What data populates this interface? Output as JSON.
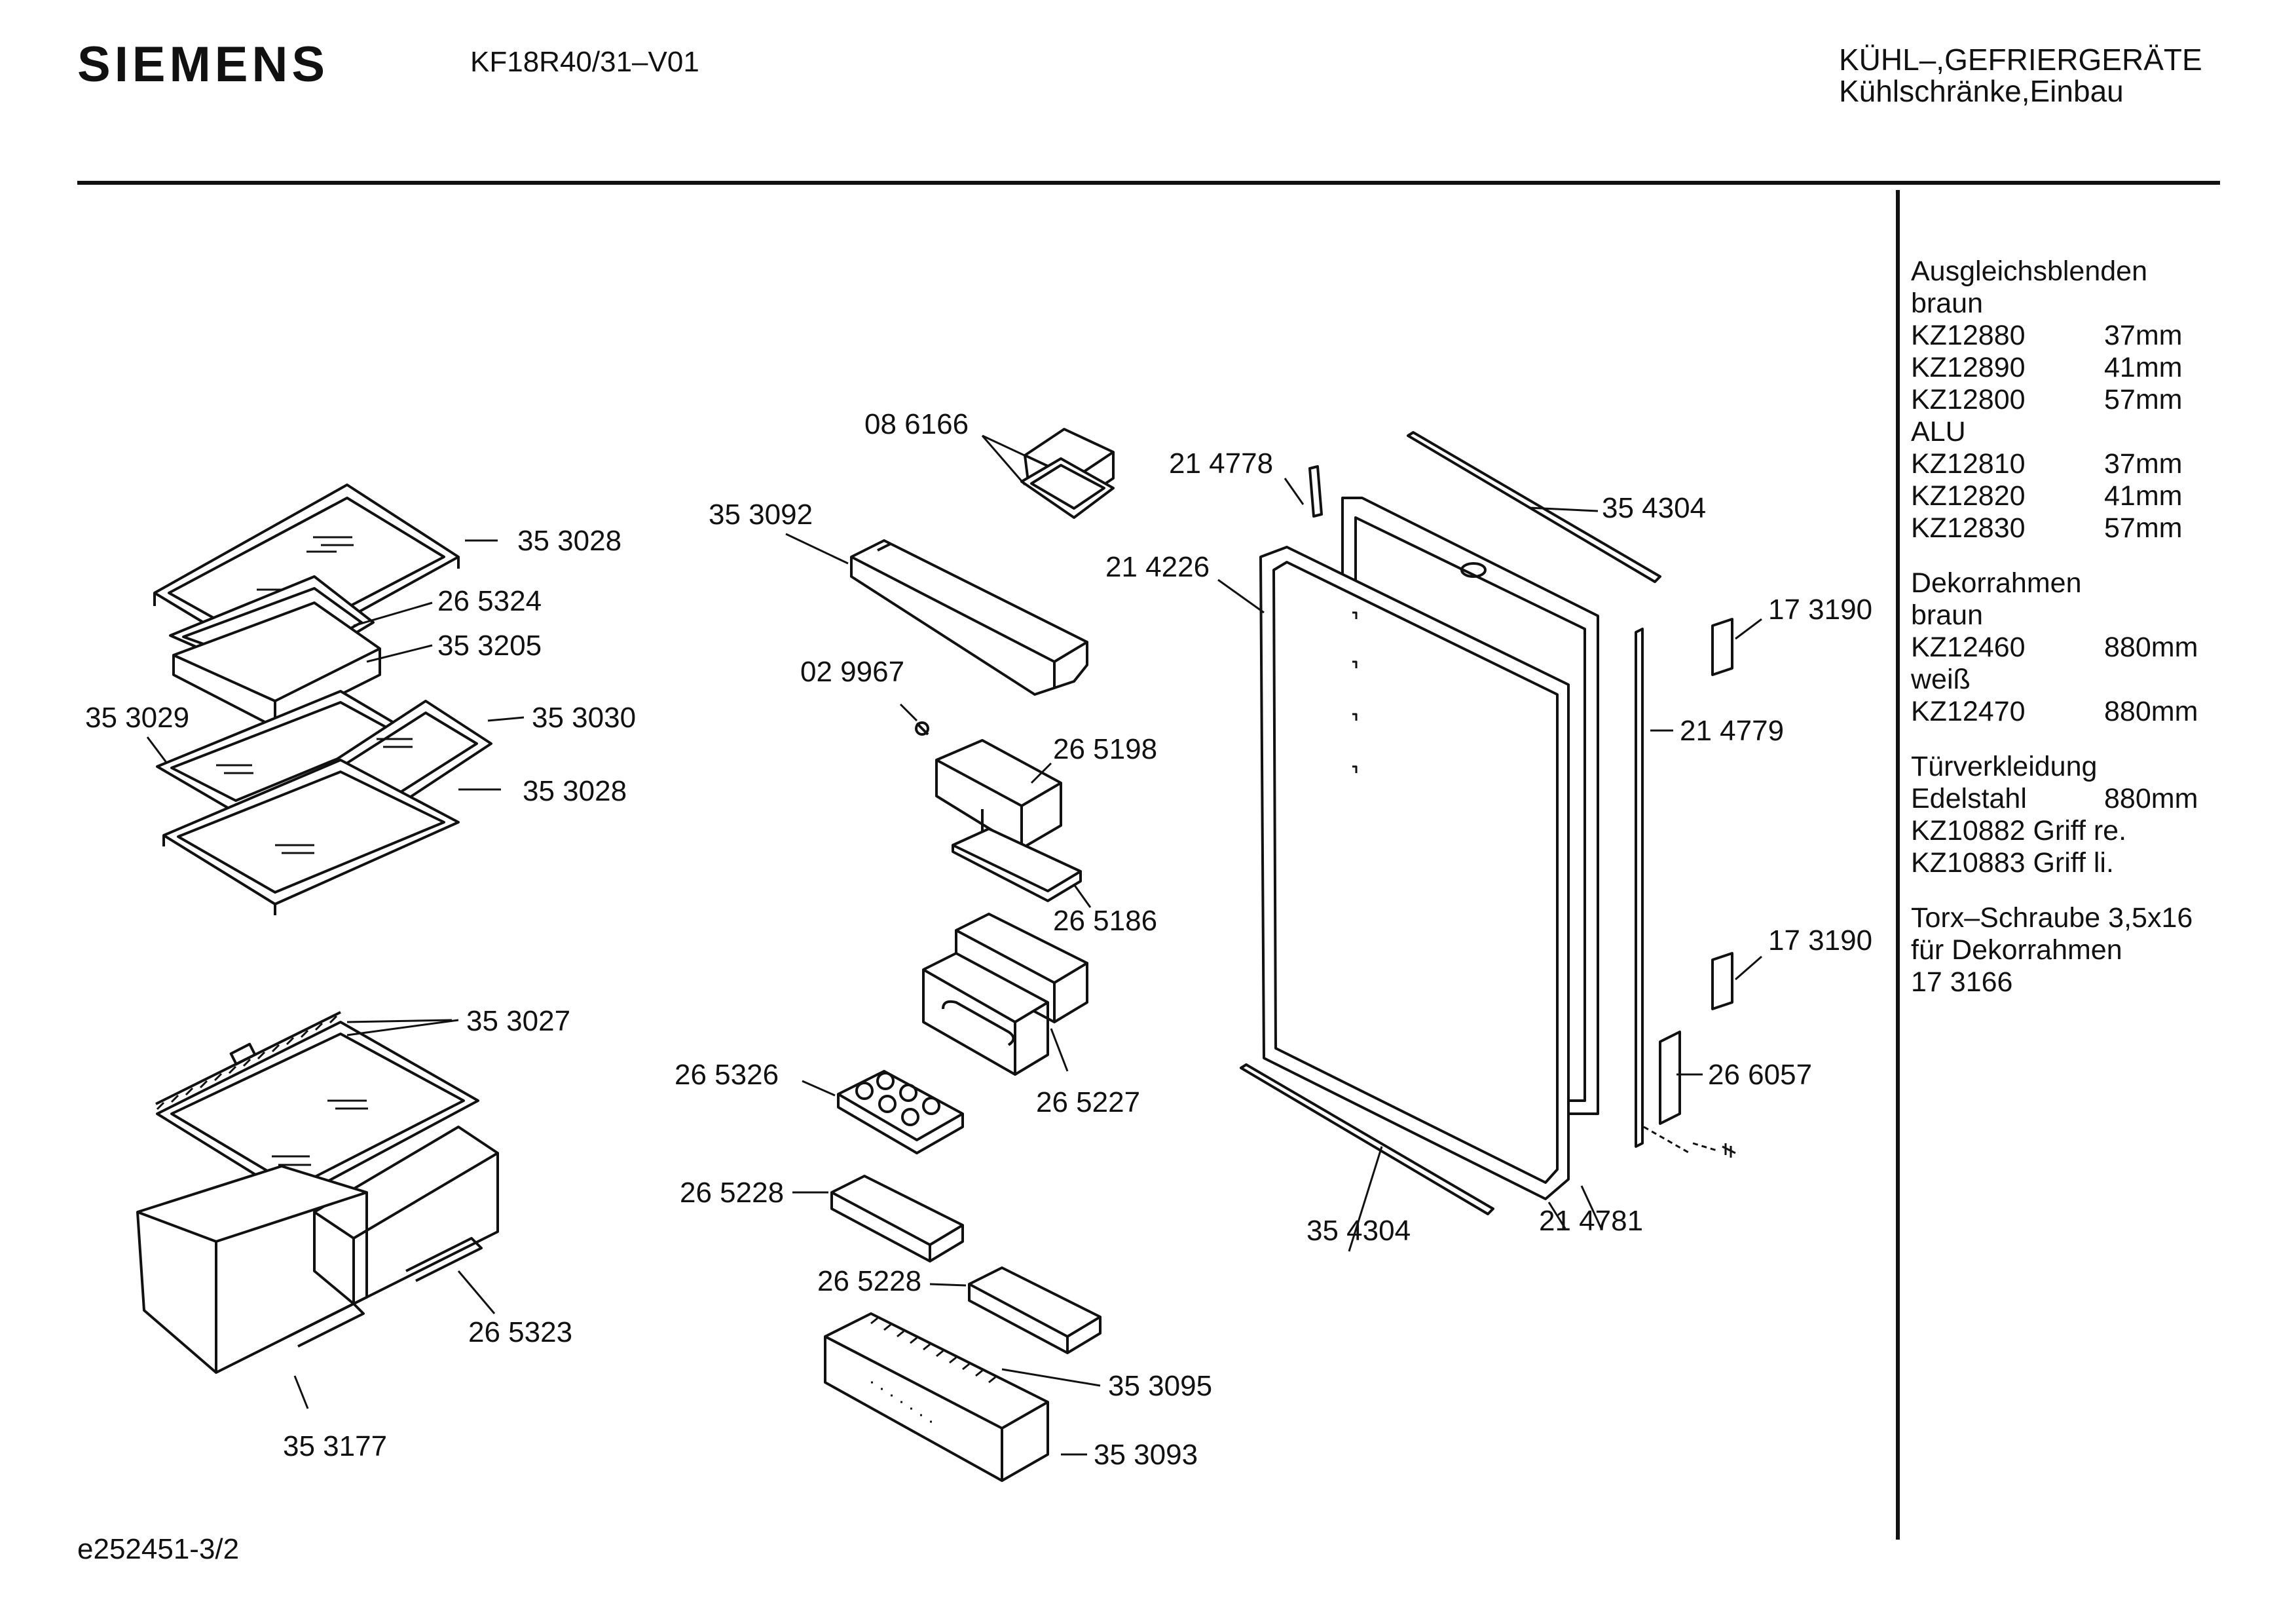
{
  "header": {
    "brand": "SIEMENS",
    "model": "KF18R40/31–V01",
    "category_line1": "KÜHL–,GEFRIERGERÄTE",
    "category_line2": "Kühlschränke,Einbau"
  },
  "footer": {
    "drawing_id": "e252451-3/2"
  },
  "parts": {
    "p353028a": "35 3028",
    "p265324": "26 5324",
    "p353205": "35 3205",
    "p353029": "35 3029",
    "p353030": "35 3030",
    "p353028b": "35 3028",
    "p353027": "35 3027",
    "p265323": "26 5323",
    "p353177": "35 3177",
    "p086166": "08 6166",
    "p353092": "35 3092",
    "p029967": "02 9967",
    "p265198": "26 5198",
    "p265186": "26 5186",
    "p265227": "26 5227",
    "p265326": "26 5326",
    "p265228a": "26 5228",
    "p265228b": "26 5228",
    "p353095": "35 3095",
    "p353093": "35 3093",
    "p214778": "21 4778",
    "p214226": "21 4226",
    "p354304a": "35 4304",
    "p173190a": "17 3190",
    "p214779": "21 4779",
    "p173190b": "17 3190",
    "p266057": "26 6057",
    "p354304b": "35 4304",
    "p214781": "21 4781"
  },
  "accessories": {
    "blenden_title": "Ausgleichsblenden",
    "braun": "braun",
    "blenden_braun": [
      {
        "code": "KZ12880",
        "size": "37mm"
      },
      {
        "code": "KZ12890",
        "size": "41mm"
      },
      {
        "code": "KZ12800",
        "size": "57mm"
      }
    ],
    "alu": "ALU",
    "blenden_alu": [
      {
        "code": "KZ12810",
        "size": "37mm"
      },
      {
        "code": "KZ12820",
        "size": "41mm"
      },
      {
        "code": "KZ12830",
        "size": "57mm"
      }
    ],
    "rahmen_title": "Dekorrahmen",
    "rahmen_braun_label": "braun",
    "rahmen_braun": {
      "code": "KZ12460",
      "size": "880mm"
    },
    "rahmen_weiss_label": "weiß",
    "rahmen_weiss": {
      "code": "KZ12470",
      "size": "880mm"
    },
    "tuer_title": "Türverkleidung",
    "tuer_material": {
      "code": "Edelstahl",
      "size": "880mm"
    },
    "griff_re": "KZ10882 Griff re.",
    "griff_li": "KZ10883 Griff li.",
    "torx1": "Torx–Schraube 3,5x16",
    "torx2": "für Dekorrahmen",
    "torx3": "17 3166"
  }
}
